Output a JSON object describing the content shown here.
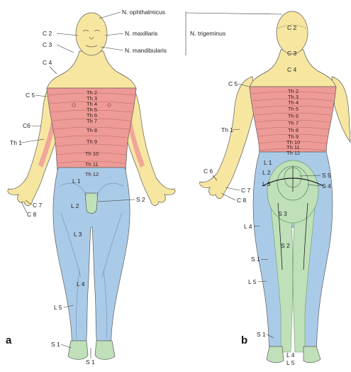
{
  "colors": {
    "yellow": "#f7e6a0",
    "red": "#ee9a96",
    "blue": "#aacbe8",
    "green": "#bfe0b9",
    "outline": "#5a5a5a"
  },
  "front": {
    "panel_label": "a",
    "trigeminal_branches": [
      "N. ophthalmicus",
      "N. maxillaris",
      "N. mandibularis"
    ],
    "trigeminal_name": "N. trigeminus",
    "labels": {
      "c2": "C 2",
      "c3": "C 3",
      "c4": "C 4",
      "c5": "C 5",
      "c6": "C6",
      "th1": "Th 1",
      "c7": "C 7",
      "c8": "C 8",
      "l1": "L 1",
      "l2": "L 2",
      "l3": "L 3",
      "l4": "L 4",
      "l5": "L 5",
      "s1a": "S 1",
      "s1b": "S 1",
      "s2": "S 2"
    },
    "thoracic": [
      "Th 2",
      "Th 3",
      "Th 4",
      "Th 5",
      "Th 6",
      "Th 7",
      "Th 8",
      "Th 9",
      "Th 10",
      "Th 11",
      "Th 12"
    ]
  },
  "back": {
    "panel_label": "b",
    "labels": {
      "c2": "C 2",
      "c3": "C 3",
      "c4": "C 4",
      "c5": "C 5",
      "th1": "Th 1",
      "c6": "C 6",
      "c7": "C 7",
      "c8": "C 8",
      "l1": "L 1",
      "l2": "L 2",
      "l3": "L 3",
      "l4": "L 4",
      "l5": "L 5",
      "s1": "S 1",
      "s1b": "S 1",
      "s2": "S 2",
      "s3": "S 3",
      "s4": "S 4",
      "s5": "S 5",
      "l4b": "L 4",
      "l5b": "L 5"
    },
    "thoracic": [
      "Th 2",
      "Th 3",
      "Th 4",
      "Th 5",
      "Th 6",
      "Th 7",
      "Th 8",
      "Th 9",
      "Th 10",
      "Th 11",
      "Th 12"
    ]
  }
}
